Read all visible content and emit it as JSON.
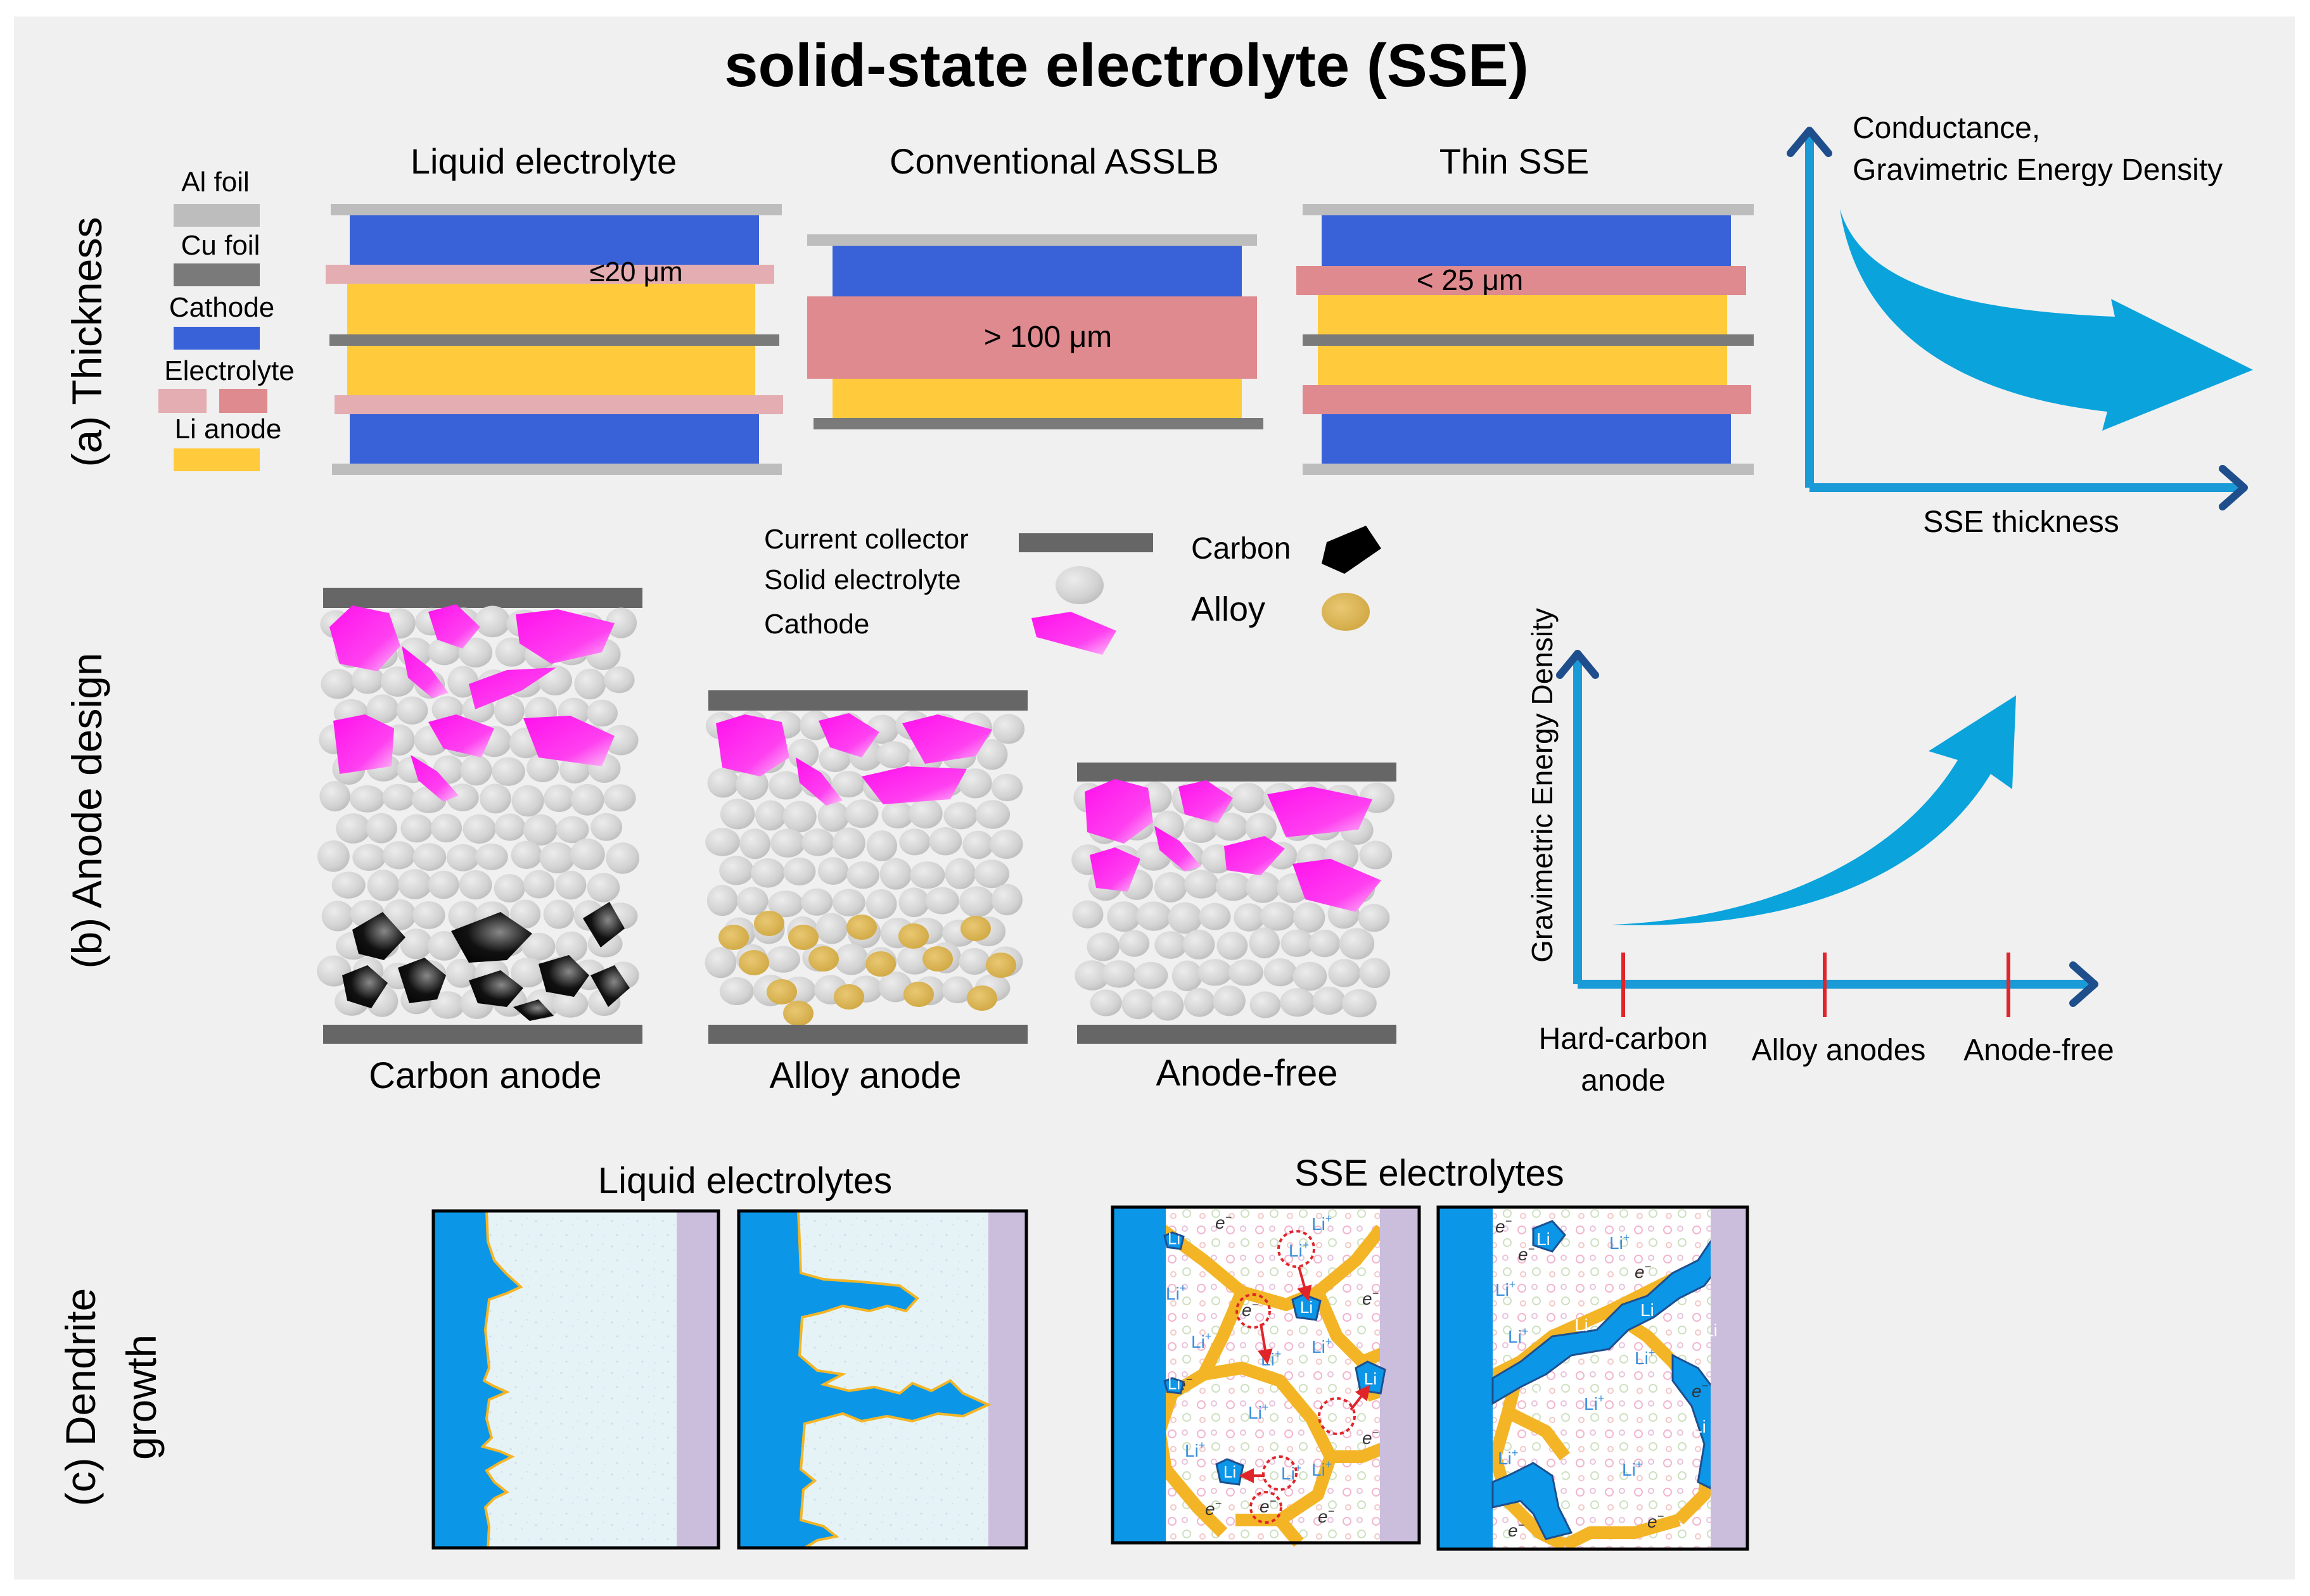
{
  "title": "solid-state electrolyte (SSE)",
  "colors": {
    "panel_bg": "#f0f0f0",
    "al_foil": "#bdbdbd",
    "cu_foil": "#7a7a7a",
    "cathode": "#3a62d8",
    "electrolyte_light": "#e3adb1",
    "electrolyte_dark": "#df8a8e",
    "li_anode": "#ffcb3d",
    "arrow_blue": "#0aa3dc",
    "axis_blue": "#1a9ad6",
    "axis_dark": "#1f4e8c",
    "magenta": "#ff22ee",
    "alloy": "#d9b552",
    "dendrite_blue": "#0c96e8",
    "grain_yellow": "#f3b526",
    "tick_red": "#e0252a",
    "sep_purple": "#cbbedd"
  },
  "section_a": {
    "label": "(a) Thickness",
    "legend": {
      "al_foil": "Al foil",
      "cu_foil": "Cu foil",
      "cathode": "Cathode",
      "electrolyte": "Electrolyte",
      "li_anode": "Li anode"
    },
    "stacks": [
      {
        "title": "Liquid electrolyte",
        "annotation": "≤20 μm"
      },
      {
        "title": "Conventional ASSLB",
        "annotation": "> 100 μm"
      },
      {
        "title": "Thin SSE",
        "annotation": "< 25 μm"
      }
    ],
    "graph": {
      "ylabel_line1": "Conductance,",
      "ylabel_line2": "Gravimetric Energy Density",
      "xlabel": "SSE thickness"
    }
  },
  "section_b": {
    "label": "(b) Anode design",
    "legend": {
      "current_collector": "Current collector",
      "solid_electrolyte": "Solid electrolyte",
      "cathode": "Cathode",
      "carbon": "Carbon",
      "alloy": "Alloy"
    },
    "cells": [
      "Carbon anode",
      "Alloy anode",
      "Anode-free"
    ],
    "graph": {
      "ylabel": "Gravimetric Energy Density",
      "ticks": [
        "Hard-carbon",
        "anode",
        "Alloy anodes",
        "Anode-free"
      ]
    }
  },
  "section_c": {
    "label_line1": "(c) Dendrite",
    "label_line2": "growth",
    "groups": [
      "Liquid electrolytes",
      "SSE electrolytes"
    ],
    "li_ion": "Li",
    "li_ion_sup": "+",
    "li_metal": "Li",
    "electron": "e",
    "electron_sup": "−"
  }
}
